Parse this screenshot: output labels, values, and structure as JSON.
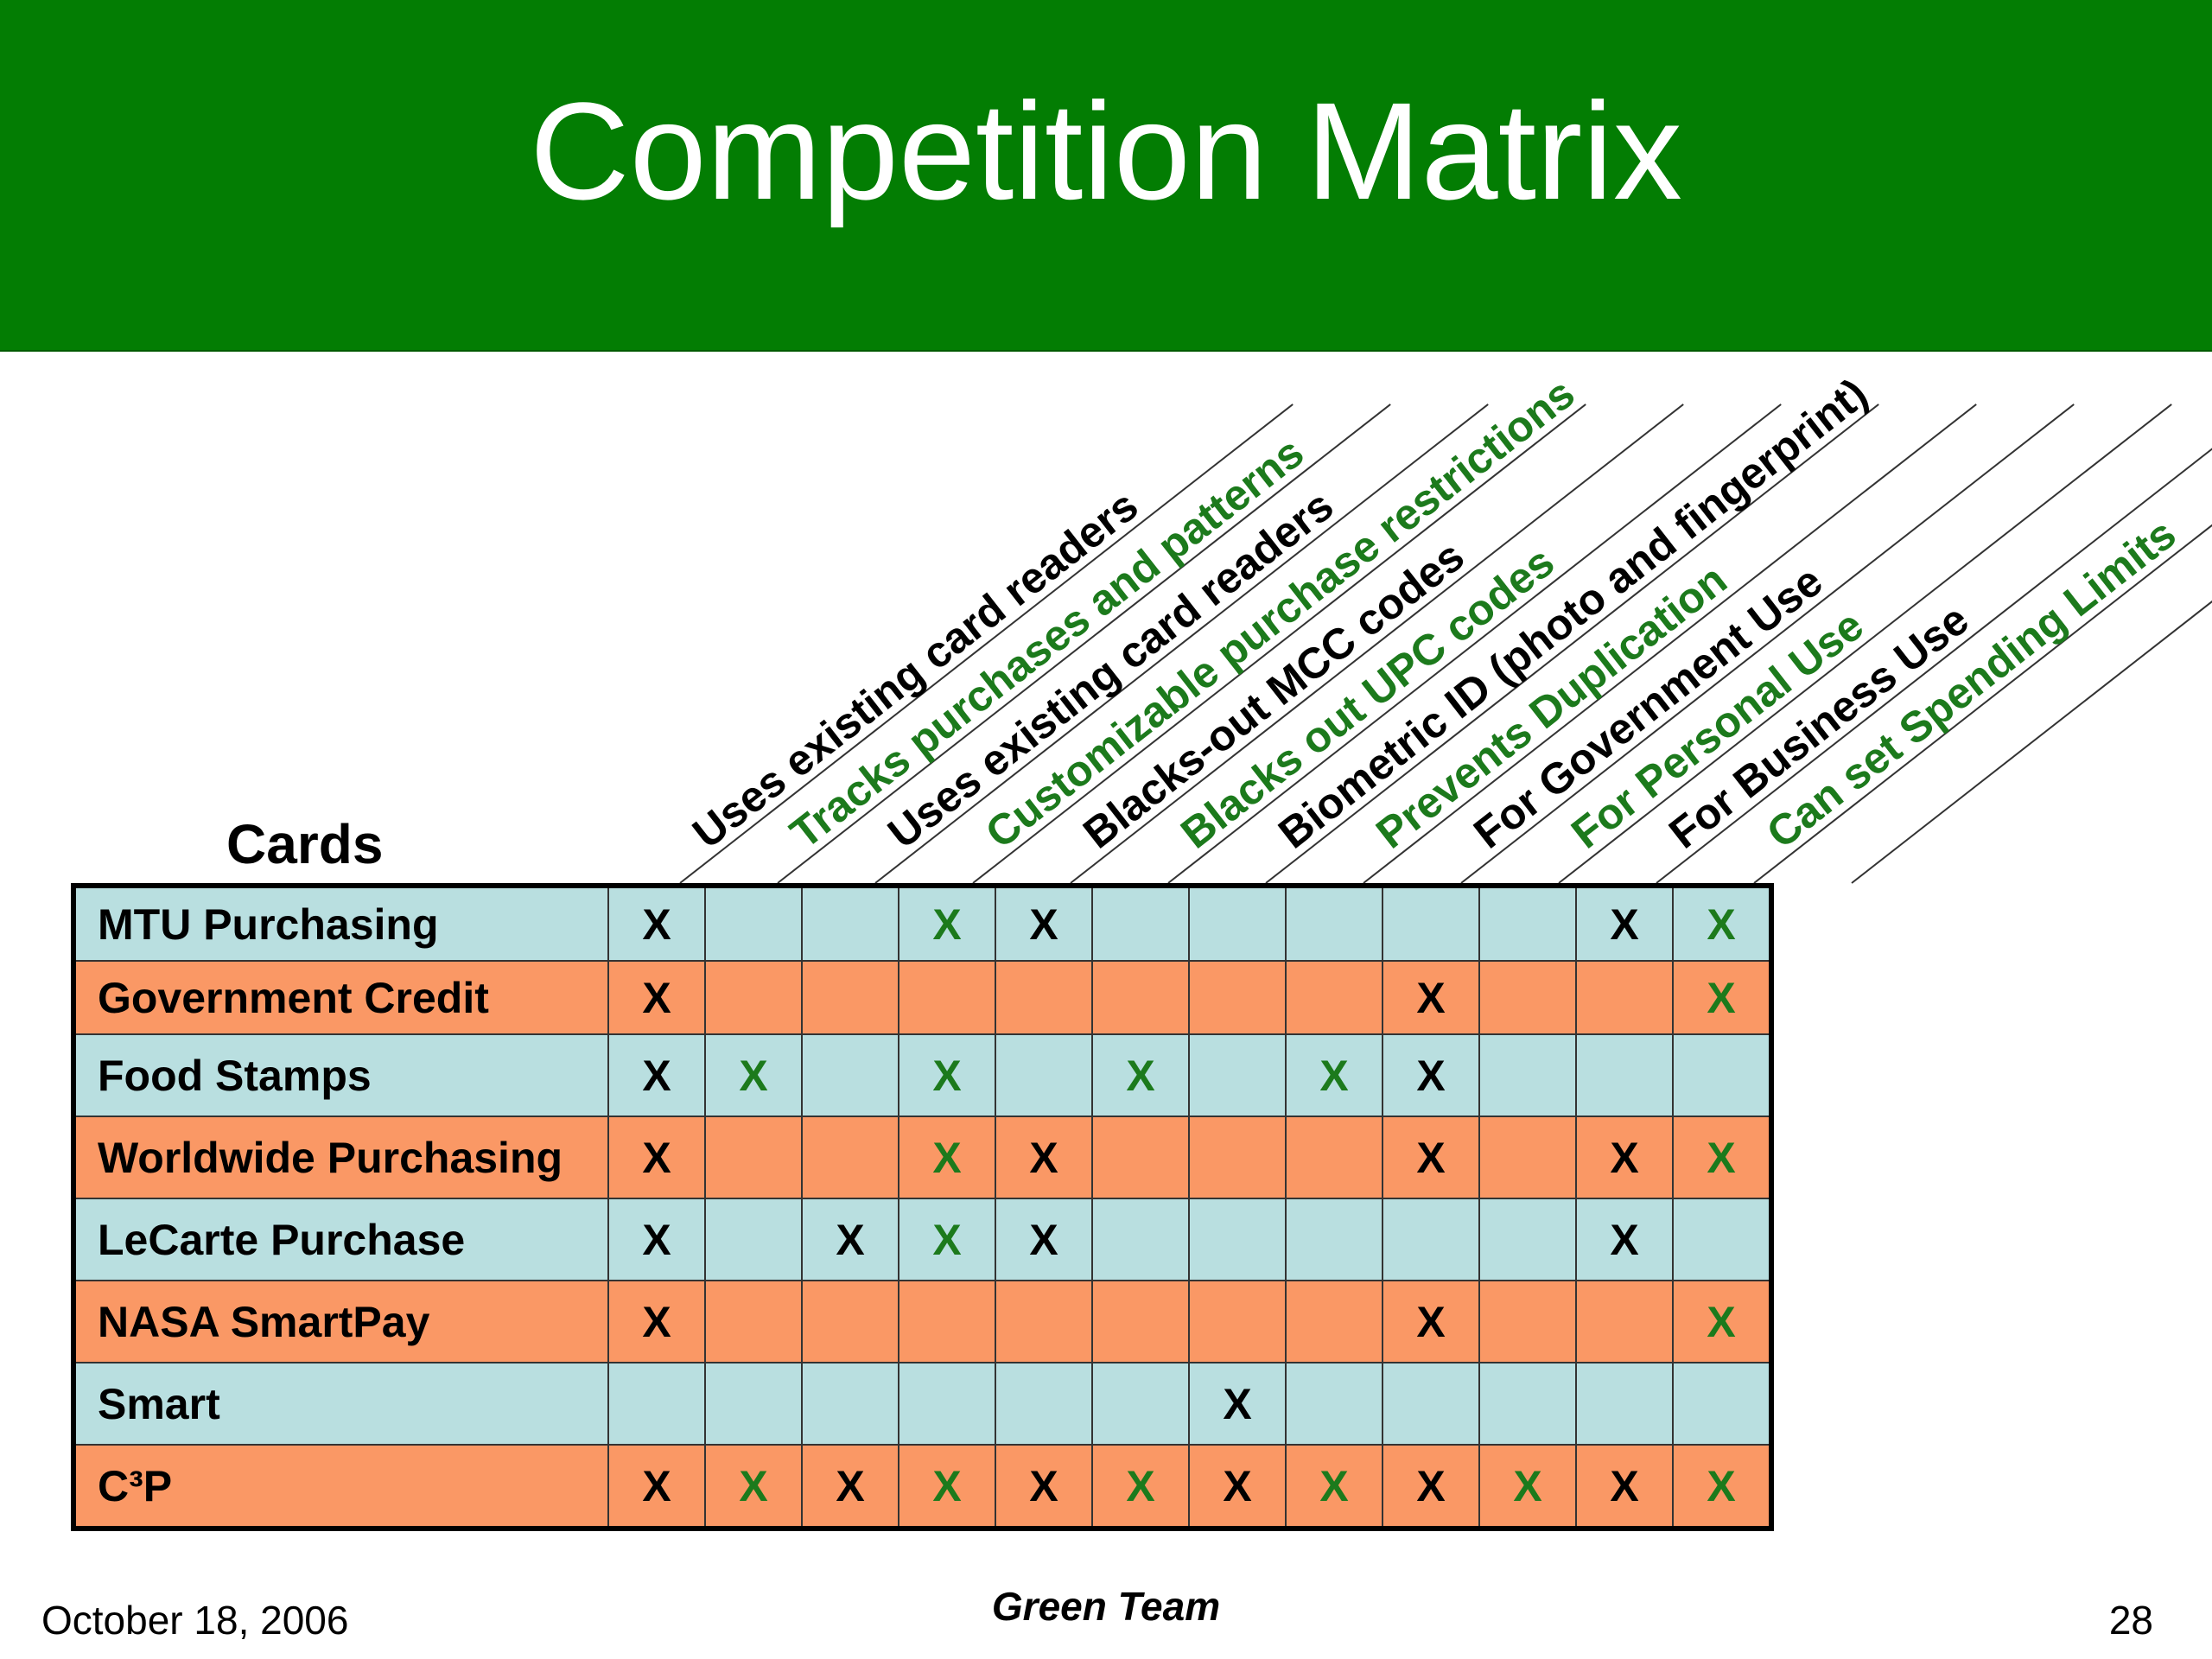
{
  "title": "Competition Matrix",
  "cards_label": "Cards",
  "columns": [
    {
      "label": "Uses existing card readers",
      "color": "#000000"
    },
    {
      "label": "Tracks purchases and patterns",
      "color": "#1c7a1c"
    },
    {
      "label": "Uses existing card readers",
      "color": "#000000"
    },
    {
      "label": "Customizable purchase restrictions",
      "color": "#1c7a1c"
    },
    {
      "label": "Blacks-out MCC codes",
      "color": "#000000"
    },
    {
      "label": "Blacks out UPC codes",
      "color": "#1c7a1c"
    },
    {
      "label": "Biometric ID (photo and fingerprint)",
      "color": "#000000"
    },
    {
      "label": "Prevents Duplication",
      "color": "#1c7a1c"
    },
    {
      "label": "For Government Use",
      "color": "#000000"
    },
    {
      "label": "For Personal Use",
      "color": "#1c7a1c"
    },
    {
      "label": "For Business Use",
      "color": "#000000"
    },
    {
      "label": "Can set Spending Limits",
      "color": "#1c7a1c"
    }
  ],
  "rows": [
    {
      "name": "MTU Purchasing",
      "style": "blue",
      "marks": [
        "X",
        "",
        "",
        "X",
        "X",
        "",
        "",
        "",
        "",
        "",
        "X",
        "X"
      ]
    },
    {
      "name": "Government Credit",
      "style": "orange",
      "marks": [
        "X",
        "",
        "",
        "",
        "",
        "",
        "",
        "",
        "X",
        "",
        "",
        "X"
      ]
    },
    {
      "name": "Food Stamps",
      "style": "blue",
      "marks": [
        "X",
        "X",
        "",
        "X",
        "",
        "X",
        "",
        "X",
        "X",
        "",
        "",
        ""
      ]
    },
    {
      "name": "Worldwide Purchasing",
      "style": "orange",
      "marks": [
        "X",
        "",
        "",
        "X",
        "X",
        "",
        "",
        "",
        "X",
        "",
        "X",
        "X"
      ]
    },
    {
      "name": "LeCarte Purchase",
      "style": "blue",
      "marks": [
        "X",
        "",
        "X",
        "X",
        "X",
        "",
        "",
        "",
        "",
        "",
        "X",
        ""
      ]
    },
    {
      "name": "NASA SmartPay",
      "style": "orange",
      "marks": [
        "X",
        "",
        "",
        "",
        "",
        "",
        "",
        "",
        "X",
        "",
        "",
        "X"
      ]
    },
    {
      "name": "Smart",
      "style": "blue",
      "marks": [
        "",
        "",
        "",
        "",
        "",
        "",
        "X",
        "",
        "",
        "",
        "",
        ""
      ]
    },
    {
      "name": "C³P",
      "style": "orange",
      "marks": [
        "X",
        "X",
        "X",
        "X",
        "X",
        "X",
        "X",
        "X",
        "X",
        "X",
        "X",
        "X"
      ]
    }
  ],
  "colors": {
    "banner": "#037d03",
    "row_blue": "#b9dfe0",
    "row_orange": "#fa9865",
    "mark_black": "#000000",
    "mark_green": "#1c7a1c"
  },
  "footer": {
    "date": "October 18, 2006",
    "team": "Green Team",
    "page": "28"
  }
}
